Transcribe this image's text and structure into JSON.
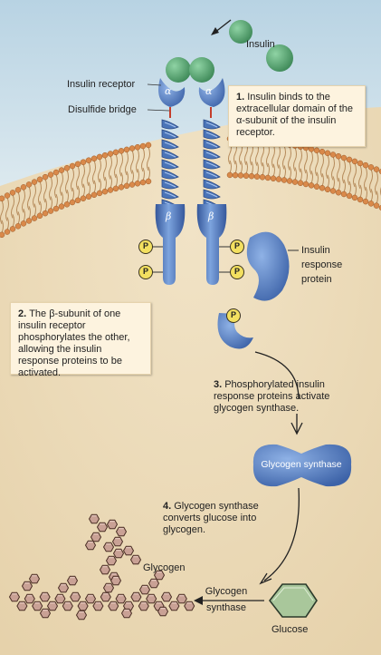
{
  "labels": {
    "insulin": "Insulin",
    "insulin_receptor": "Insulin receptor",
    "disulfide_bridge": "Disulfide bridge",
    "alpha": "α",
    "beta": "β",
    "phosphate": "P",
    "insulin_response_protein": [
      "Insulin",
      "response",
      "protein"
    ],
    "glycogen_synthase_enzyme": "Glycogen synthase",
    "glycogen": "Glycogen",
    "glycogen_synthase_arrow": [
      "Glycogen",
      "synthase"
    ],
    "glucose": "Glucose"
  },
  "steps": [
    {
      "number": "1.",
      "text": "Insulin binds to the extracellular domain of the α-subunit of the insulin receptor."
    },
    {
      "number": "2.",
      "text": "The β-subunit of one insulin receptor phosphorylates the other, allowing the insulin response proteins to be activated."
    },
    {
      "number": "3.",
      "text": "Phosphorylated insulin response proteins activate glycogen synthase."
    },
    {
      "number": "4.",
      "text": "Glycogen synthase converts glucose into glycogen."
    }
  ],
  "colors": {
    "extracellular": "#c9dde8",
    "cytoplasm": "#ead8b6",
    "receptor": "#4a74b8",
    "insulin": "#4e9c6a",
    "phosphate": "#f3e060",
    "glucose": "#a9c79b",
    "glycogen": "#c9a195"
  }
}
